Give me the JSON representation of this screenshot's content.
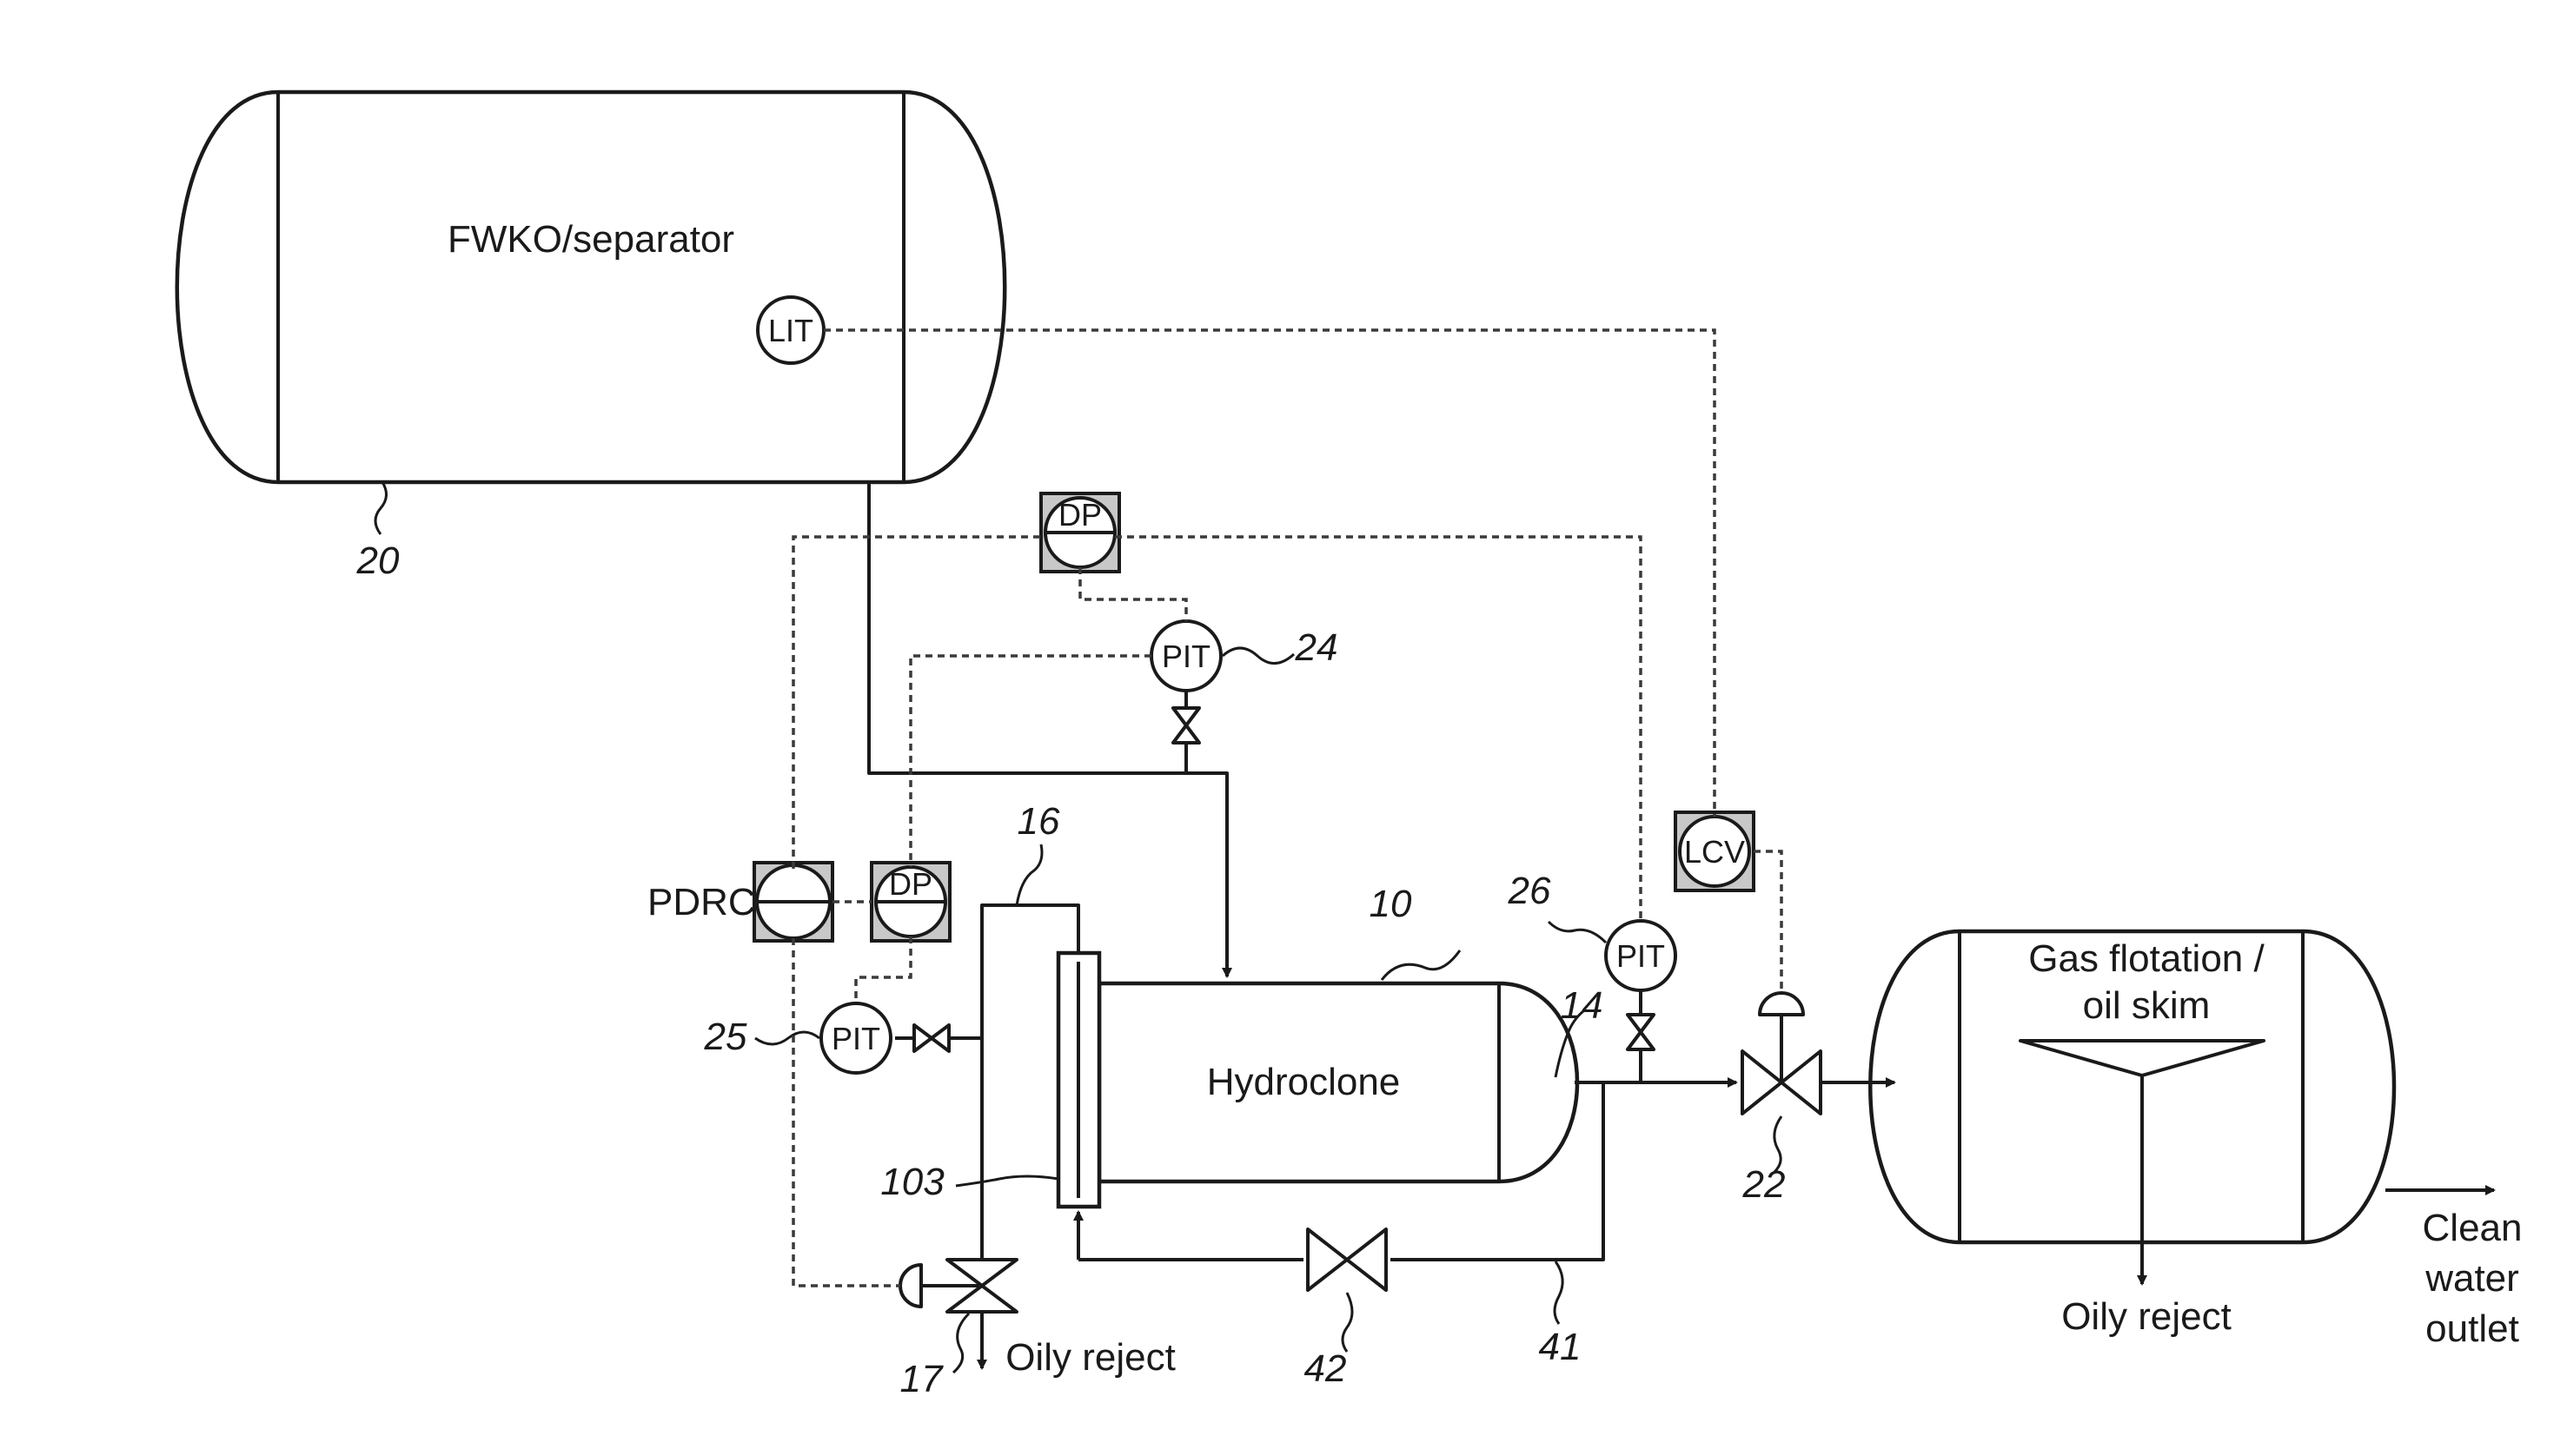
{
  "equipment": {
    "separator_label": "FWKO/separator",
    "hydroclone_label": "Hydroclone",
    "flotation_label_line1": "Gas flotation /",
    "flotation_label_line2": "oil skim"
  },
  "instruments": {
    "lit": "LIT",
    "dp_top": "DP",
    "dp_left": "DP",
    "pit_24": "PIT",
    "pit_25": "PIT",
    "pit_26": "PIT",
    "lcv": "LCV",
    "pdrc": "PDRC"
  },
  "streams": {
    "oily_reject_left": "Oily reject",
    "oily_reject_right": "Oily reject",
    "clean_water_line1": "Clean",
    "clean_water_line2": "water",
    "clean_water_line3": "outlet"
  },
  "reference_numerals": {
    "n10": "10",
    "n14": "14",
    "n16": "16",
    "n17": "17",
    "n20": "20",
    "n22": "22",
    "n24": "24",
    "n25": "25",
    "n26": "26",
    "n41": "41",
    "n42": "42",
    "n103": "103"
  }
}
